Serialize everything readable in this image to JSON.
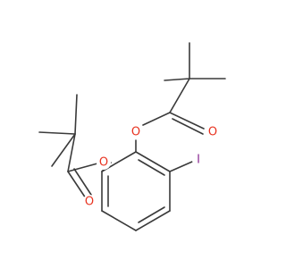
{
  "molecule": {
    "atoms": [
      {
        "id": "o_upper",
        "label": "O",
        "color": "#e8321f"
      },
      {
        "id": "o_carbonyl_upper",
        "label": "O",
        "color": "#e8321f"
      },
      {
        "id": "o_left",
        "label": "O",
        "color": "#e8321f"
      },
      {
        "id": "o_carbonyl_left",
        "label": "O",
        "color": "#e8321f"
      },
      {
        "id": "i_iodo",
        "label": "I",
        "color": "#8b2c93"
      }
    ],
    "bond_color": "#3a3a3a"
  }
}
